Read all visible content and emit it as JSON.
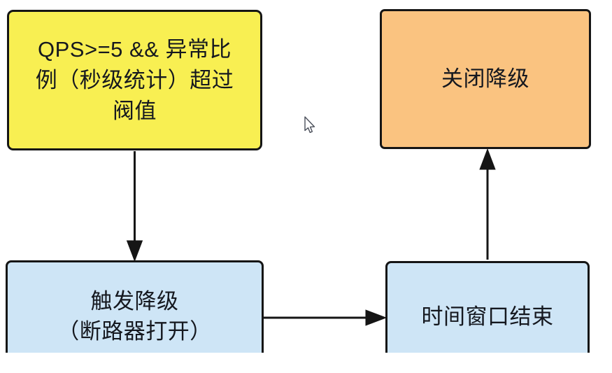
{
  "diagram": {
    "type": "flowchart",
    "topic": "circuit-breaker degradation flow",
    "nodes": {
      "condition": {
        "lines": [
          "QPS>=5 && 异常比",
          "例（秒级统计）超过",
          "阀值"
        ],
        "fill": "#F8EF52",
        "role": "trigger-condition"
      },
      "close_downgrade": {
        "label": "关闭降级",
        "fill": "#FAC380",
        "role": "end-state"
      },
      "trigger_downgrade": {
        "lines": [
          "触发降级",
          "（断路器打开）"
        ],
        "fill": "#CEE5F6",
        "role": "state"
      },
      "time_window": {
        "label": "时间窗口结束",
        "fill": "#CEE5F6",
        "role": "event"
      }
    },
    "edges": [
      {
        "from": "condition",
        "to": "trigger_downgrade",
        "direction": "down"
      },
      {
        "from": "trigger_downgrade",
        "to": "time_window",
        "direction": "right"
      },
      {
        "from": "time_window",
        "to": "close_downgrade",
        "direction": "up"
      }
    ]
  },
  "colors": {
    "condition-fill": "#F8EF52",
    "close-fill": "#FAC380",
    "state-fill": "#CEE5F6",
    "border": "#151515",
    "bg": "#FFFFFF"
  },
  "cursor": {
    "shape": "arrow-pointer"
  }
}
